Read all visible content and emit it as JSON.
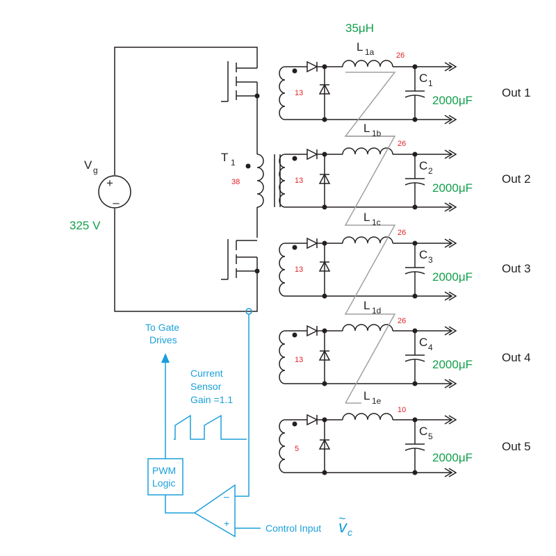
{
  "source": {
    "name": "V",
    "subscript": "g",
    "value": "325 V",
    "plus": "+",
    "minus": "–"
  },
  "transformer": {
    "name": "T",
    "subscript": "1",
    "turns": "38"
  },
  "inductance": "35μH",
  "outputs": [
    {
      "label": "Out 1",
      "ind_sub": "1a",
      "ind_turns": "26",
      "cap_sub": "1",
      "cap_value": "2000μF",
      "sec_turns": "13"
    },
    {
      "label": "Out 2",
      "ind_sub": "1b",
      "ind_turns": "26",
      "cap_sub": "2",
      "cap_value": "2000μF",
      "sec_turns": "13"
    },
    {
      "label": "Out 3",
      "ind_sub": "1c",
      "ind_turns": "26",
      "cap_sub": "3",
      "cap_value": "2000μF",
      "sec_turns": "13"
    },
    {
      "label": "Out 4",
      "ind_sub": "1d",
      "ind_turns": "26",
      "cap_sub": "4",
      "cap_value": "2000μF",
      "sec_turns": "13"
    },
    {
      "label": "Out 5",
      "ind_sub": "1e",
      "ind_turns": "10",
      "cap_sub": "5",
      "cap_value": "2000μF",
      "sec_turns": "5"
    }
  ],
  "ind_letter": "L",
  "cap_letter": "C",
  "control": {
    "gate_line1": "To Gate",
    "gate_line2": "Drives",
    "sensor_line1": "Current",
    "sensor_line2": "Sensor",
    "sensor_line3": "Gain =1.1",
    "pwm_line1": "PWM",
    "pwm_line2": "Logic",
    "comp_minus": "–",
    "comp_plus": "+",
    "input_label": "Control Input",
    "vc_symbol": "v",
    "vc_tilde": "~",
    "vc_subscript": "c"
  },
  "colors": {
    "wire": "#231f20",
    "control": "#1a9fd9",
    "value_green": "#12a04a",
    "turns_red": "#e21f26",
    "coupling_gray": "#a0a0a0"
  }
}
